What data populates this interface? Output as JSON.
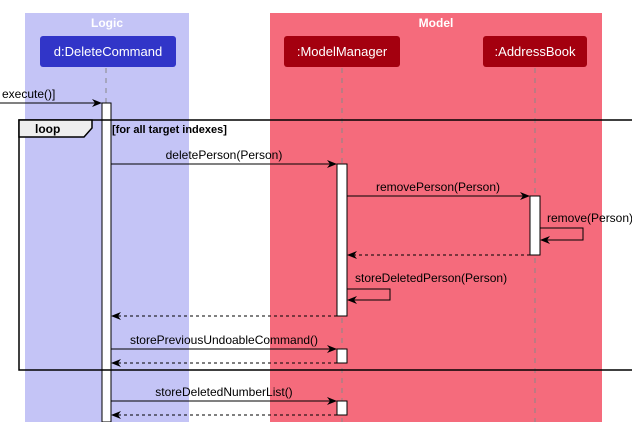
{
  "boxes": [
    {
      "id": "logic",
      "title": "Logic",
      "color": "#C4C4F6"
    },
    {
      "id": "model",
      "title": "Model",
      "color": "#F56B7C"
    }
  ],
  "participants": [
    {
      "id": "deleteCommand",
      "label": "d:DeleteCommand",
      "color": "#3135C8"
    },
    {
      "id": "modelManager",
      "label": ":ModelManager",
      "color": "#A4000F"
    },
    {
      "id": "addressBook",
      "label": ":AddressBook",
      "color": "#A4000F"
    }
  ],
  "fragment": {
    "kind": "loop",
    "guard": "[for all target indexes]"
  },
  "messages": {
    "execute": "execute()]",
    "deletePerson": "deletePerson(Person)",
    "removePerson": "removePerson(Person)",
    "remove": "remove(Person)",
    "storeDeletedPerson": "storeDeletedPerson(Person)",
    "storePreviousUndoableCommand": "storePreviousUndoableCommand()",
    "storeDeletedNumberList": "storeDeletedNumberList()"
  }
}
